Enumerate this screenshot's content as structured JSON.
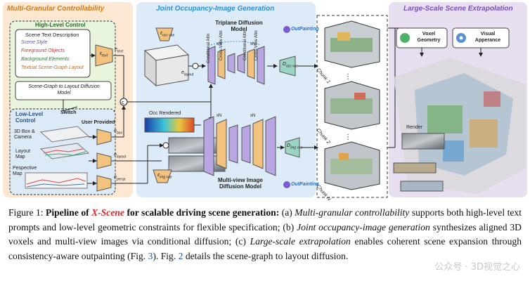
{
  "panels": {
    "left_title": "Multi-Granular Controllability",
    "middle_title": "Joint Occupancy-Image Generation",
    "right_title": "Large-Scale Scene Extrapolation"
  },
  "high_level": {
    "title": "High-Level Control",
    "desc_title": "Scene Text Description",
    "items": [
      "Scene Style",
      "Foreground Objects",
      "Background Elements",
      "Textual Scene-Graph Layout"
    ],
    "encoder": "ε",
    "encoder_sub": "text",
    "out_label": "e",
    "out_sub": "text",
    "scenegraph_box": "Scene-Graph to Layout Diffusion Model"
  },
  "low_level": {
    "switch": "Switch",
    "title": "Low-Level Control",
    "user_provided": "User Provided",
    "box_label": "3D Box & Camera",
    "layout_label": "Layout Map",
    "perspective_label": "Pespective Map",
    "e_box": "e",
    "e_box_sub": "box",
    "e_layout": "e",
    "e_layout_sub": "layout",
    "e_persp": "e",
    "e_persp_sub": "persp"
  },
  "middle": {
    "triplane_title": "Triplane Diffusion Model",
    "occ_rendered": "Occ Rendered",
    "mv_title": "Multi-view Image Diffusion Model",
    "outpainting1": "OutPainting",
    "outpainting2": "OutPainting",
    "enc_occ": "ε",
    "enc_occ_sub": "occ vae",
    "dec_occ": "D",
    "dec_occ_sub": "occ vae",
    "enc_img": "ε",
    "enc_img_sub": "img vae",
    "dec_img": "D",
    "dec_img_sub": "img vae",
    "e_layout_in": "e",
    "e_layout_in_sub": "layout",
    "attn1": "Conditional Attn",
    "attn2": "Cross-View Attn",
    "attn3": "Conditional Attn",
    "attn4": "Cross-View Attn",
    "xn1": "xN",
    "xn2": "xN",
    "xn3": "xN",
    "xn4": "xN",
    "chunk1": "Chunk 1",
    "chunk2": "Chunk 2",
    "chunkN": "Chunk N"
  },
  "right": {
    "voxel": "Voxel Geometry",
    "visual": "Visual Apperance",
    "render": "Render"
  },
  "caption": {
    "prefix": "Figure 1: ",
    "bold1": "Pipeline of ",
    "xscene": "X-Scene",
    "bold2": " for scalable driving scene generation:",
    "t1": " (a) ",
    "i1": "Multi-granular controllability",
    "t2": " supports both high-level text prompts and low-level geometric constraints for flexible specification; (b) ",
    "i2": "Joint occupancy-image generation",
    "t3": " synthesizes aligned 3D voxels and multi-view images via conditional diffusion; (c) ",
    "i3": "Large-scale extrapolation",
    "t4": " enables coherent scene expansion through consistency-aware outpainting (Fig. ",
    "ref1": "3",
    "t5": "). Fig. ",
    "ref2": "2",
    "t6": " details the scene-graph to layout diffusion."
  },
  "watermark": "公众号 · 3D视觉之心",
  "colors": {
    "left_bg": "#fbe7d2",
    "middle_bg": "#dcebf7",
    "right_bg": "#e7def0",
    "high_level_bg": "#e8f4dc",
    "low_level_bg": "#dce9f6",
    "encoder_orange": "#f3c27e",
    "decoder_teal": "#9bd3c5",
    "purple_block": "#b9a7e3",
    "xscene_red": "#d12a2a",
    "ref_blue": "#2255cc"
  }
}
